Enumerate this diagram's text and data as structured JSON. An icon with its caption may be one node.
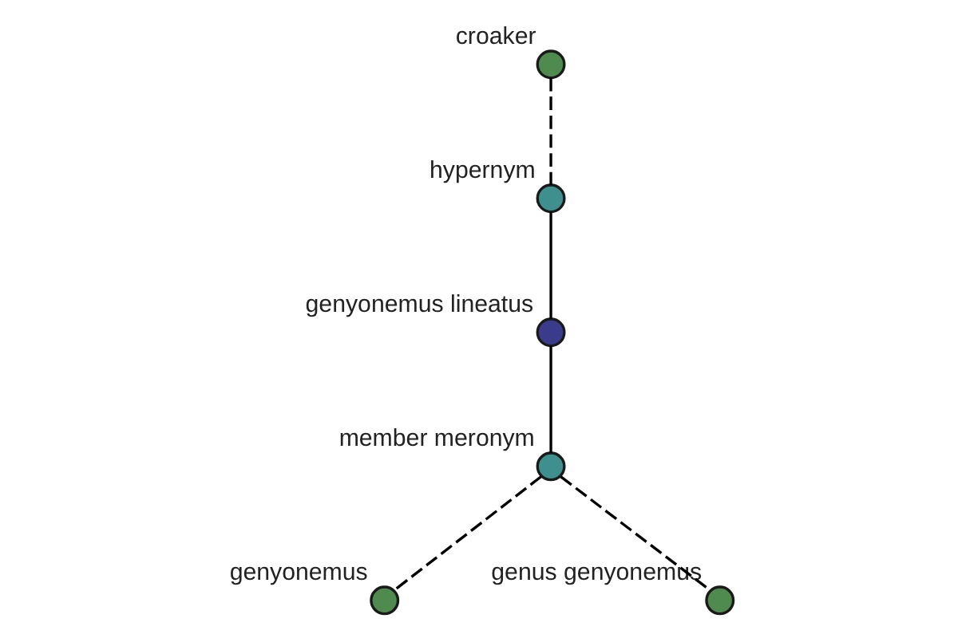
{
  "diagram": {
    "nodes": [
      {
        "text": [
          "croaker"
        ]
      },
      {
        "text": [
          "hypernym"
        ]
      },
      {
        "text": [
          "genyonemus lineatus"
        ]
      },
      {
        "text": [
          "member meronym"
        ]
      },
      {
        "text": [
          "genyonemus"
        ]
      },
      {
        "text": [
          "genus genyonemus"
        ]
      }
    ],
    "edges": [
      {
        "from": 0,
        "to": 1,
        "arrow": "none",
        "style": "dashed"
      },
      {
        "from": 1,
        "to": 2,
        "arrow": "none"
      },
      {
        "from": 2,
        "to": 3,
        "arrow": "none"
      },
      {
        "from": 3,
        "to": 4,
        "arrow": "none",
        "style": "dashed"
      },
      {
        "from": 3,
        "to": 5,
        "arrow": "none",
        "style": "dashed"
      }
    ]
  }
}
